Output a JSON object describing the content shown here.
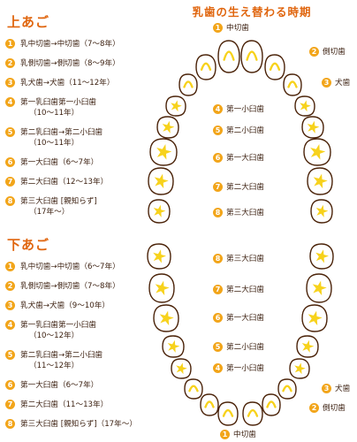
{
  "diagram_title": "乳歯の生え替わる時期",
  "upper": {
    "title": "上あご",
    "items": [
      {
        "num": "1",
        "lines": [
          "乳中切歯→中切歯（7〜8年）"
        ]
      },
      {
        "num": "2",
        "lines": [
          "乳側切歯→側切歯（8〜9年）"
        ]
      },
      {
        "num": "3",
        "lines": [
          "乳犬歯→犬歯（11〜12年）"
        ]
      },
      {
        "num": "4",
        "lines": [
          "第一乳臼歯第一小臼歯",
          "（10〜11年）"
        ]
      },
      {
        "num": "5",
        "lines": [
          "第二乳臼歯→第二小臼歯",
          "（10〜11年）"
        ]
      },
      {
        "num": "6",
        "lines": [
          "第一大臼歯（6〜7年）"
        ]
      },
      {
        "num": "7",
        "lines": [
          "第二大臼歯（12〜13年）"
        ]
      },
      {
        "num": "8",
        "lines": [
          "第三大臼歯 [親知らず]",
          "（17年〜）"
        ]
      }
    ]
  },
  "lower": {
    "title": "下あご",
    "items": [
      {
        "num": "1",
        "lines": [
          "乳中切歯→中切歯（6〜7年）"
        ]
      },
      {
        "num": "2",
        "lines": [
          "乳側切歯→側切歯（7〜8年）"
        ]
      },
      {
        "num": "3",
        "lines": [
          "乳犬歯→犬歯（9〜10年）"
        ]
      },
      {
        "num": "4",
        "lines": [
          "第一乳臼歯第一小臼歯",
          "（10〜12年）"
        ]
      },
      {
        "num": "5",
        "lines": [
          "第二乳臼歯→第二小臼歯",
          "（11〜12年）"
        ]
      },
      {
        "num": "6",
        "lines": [
          "第一大臼歯（6〜7年）"
        ]
      },
      {
        "num": "7",
        "lines": [
          "第二大臼歯（11〜13年）"
        ]
      },
      {
        "num": "8",
        "lines": [
          "第三大臼歯 [親知らず]（17年〜）"
        ]
      }
    ]
  },
  "tooth_labels": {
    "upper": [
      {
        "num": "1",
        "text": "中切歯"
      },
      {
        "num": "2",
        "text": "側切歯"
      },
      {
        "num": "3",
        "text": "犬歯"
      },
      {
        "num": "4",
        "text": "第一小臼歯"
      },
      {
        "num": "5",
        "text": "第二小臼歯"
      },
      {
        "num": "6",
        "text": "第一大臼歯"
      },
      {
        "num": "7",
        "text": "第二大臼歯"
      },
      {
        "num": "8",
        "text": "第三大臼歯"
      }
    ],
    "lower": [
      {
        "num": "8",
        "text": "第三大臼歯"
      },
      {
        "num": "7",
        "text": "第二大臼歯"
      },
      {
        "num": "6",
        "text": "第一大臼歯"
      },
      {
        "num": "5",
        "text": "第二小臼歯"
      },
      {
        "num": "4",
        "text": "第一小臼歯"
      },
      {
        "num": "3",
        "text": "犬歯"
      },
      {
        "num": "2",
        "text": "側切歯"
      },
      {
        "num": "1",
        "text": "中切歯"
      }
    ]
  },
  "colors": {
    "accent": "#e0660f",
    "badge": "#f2a51a",
    "tooth_outline": "#4a2208",
    "tooth_fill": "#ffffff",
    "tooth_mark": "#f7d21c",
    "text": "#3a1e0e"
  }
}
